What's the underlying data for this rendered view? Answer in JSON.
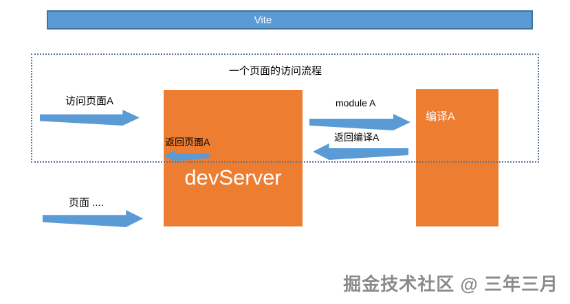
{
  "vite_bar": {
    "label": "Vite"
  },
  "flow_box": {
    "title": "一个页面的访问流程"
  },
  "nodes": {
    "dev_server": {
      "label": "devServer"
    },
    "compile_a": {
      "label": "编译A"
    }
  },
  "arrows": {
    "visit_page_a": {
      "label": "访问页面A",
      "direction": "right"
    },
    "module_a": {
      "label": "module A",
      "direction": "right"
    },
    "return_compile_a": {
      "label": "返回编译A",
      "direction": "left"
    },
    "return_page_a": {
      "label": "返回页面A",
      "direction": "left"
    },
    "page_more": {
      "label": "页面 ....",
      "direction": "right"
    }
  },
  "watermark": {
    "text": "掘金技术社区 @ 三年三月"
  },
  "colors": {
    "orange": "#ED7D31",
    "blue": "#5B9BD5",
    "blue_border": "#41719C",
    "dotted_border": "#5B7294"
  }
}
